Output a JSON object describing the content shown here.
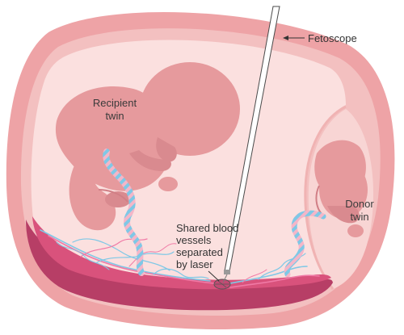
{
  "labels": {
    "fetoscope": "Fetoscope",
    "recipient_line1": "Recipient",
    "recipient_line2": "twin",
    "donor_line1": "Donor",
    "donor_line2": "twin",
    "vessels_line1": "Shared blood",
    "vessels_line2": "vessels",
    "vessels_line3": "separated",
    "vessels_line4": "by laser"
  },
  "colors": {
    "uterus_wall": "#eea3a6",
    "uterus_inner": "#f6c9c8",
    "amniotic_fluid": "#fbe0df",
    "fetus": "#e69a9d",
    "fetus_shadow": "#d77f86",
    "placenta": "#b73e66",
    "vessel_blue": "#7fc8e6",
    "vessel_pink": "#f07aa6",
    "fetoscope": "#ffffff"
  }
}
